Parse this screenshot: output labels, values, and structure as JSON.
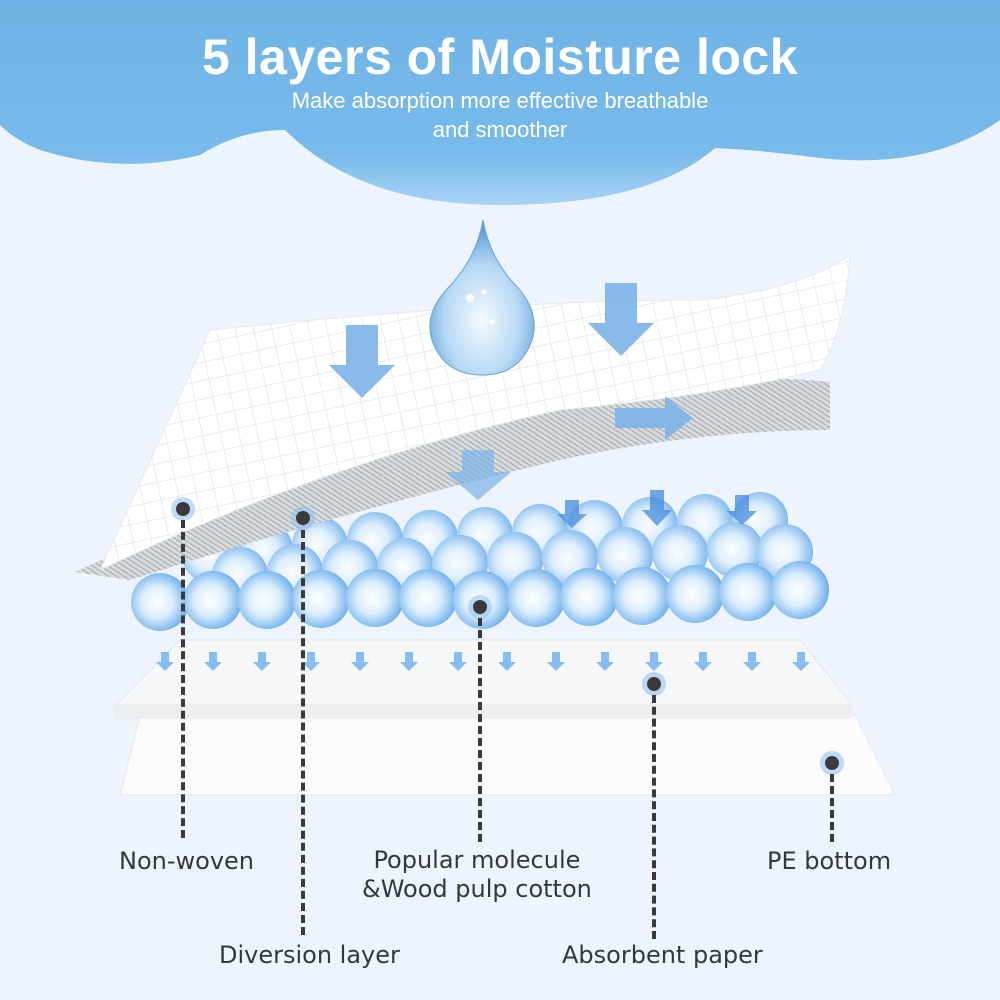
{
  "header": {
    "title": "5 layers of Moisture lock",
    "subtitle_line1": "Make absorption more effective breathable",
    "subtitle_line2": "and smoother"
  },
  "colors": {
    "cloud": "#74b6e8",
    "background": "#eef4fd",
    "arrow": "#78b1e6",
    "pin": "#3a3a3c",
    "label_text": "#333840"
  },
  "layers": [
    {
      "label": "Non-woven"
    },
    {
      "label": "Diversion layer"
    },
    {
      "label_line1": "Popular molecule",
      "label_line2": "&Wood pulp cotton"
    },
    {
      "label": "Absorbent paper"
    },
    {
      "label": "PE bottom"
    }
  ],
  "icons": {
    "drop": "water-drop-icon",
    "arrow_down": "arrow-down-icon",
    "arrow_right": "arrow-right-icon",
    "pin": "pin-dot-icon"
  }
}
